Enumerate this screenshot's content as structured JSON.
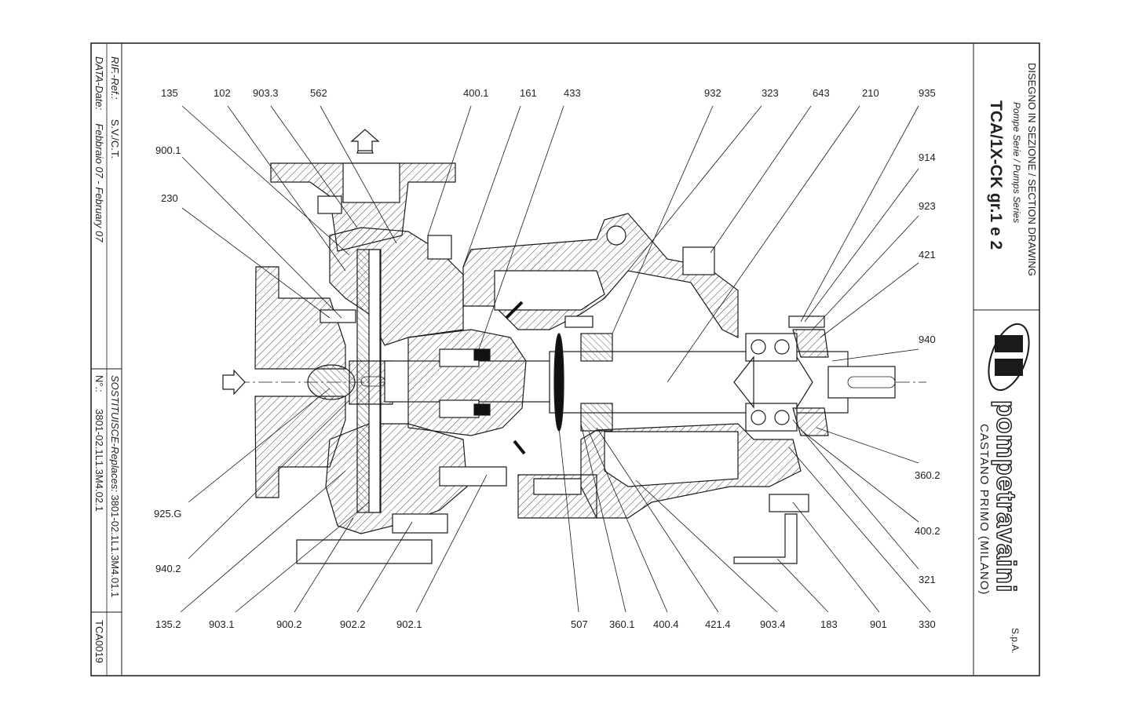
{
  "title_block": {
    "drawing_type": "DISEGNO IN SEZIONE / SECTION DRAWING",
    "series": "Pompe Serie / Pumps Series",
    "model": "TCA/1X-CK gr.1 e 2",
    "company_name": "pompetravaini",
    "company_suffix": "S.p.A.",
    "location": "CASTANO PRIMO   (MILANO)"
  },
  "side_block": {
    "ref_label": "RIF.-Ref.:",
    "ref_value": "S.V./C.T.",
    "date_label": "DATA-Date:",
    "date_value": "Febbraio 07  -  February 07",
    "replaces_label": "SOSTITUISCE-Replaces:",
    "replaces_value": "3801-02.1L1.3M4.01.1",
    "number_label": "N°.:",
    "number_value": "3801-02.1L1.3M4.02.1",
    "code": "TCA0019"
  },
  "part_labels_top": [
    "135",
    "102",
    "903.3",
    "562",
    "400.1",
    "161",
    "433",
    "932",
    "323",
    "643",
    "210",
    "935"
  ],
  "part_labels_left": [
    "900.1",
    "230",
    "925.G",
    "940.2"
  ],
  "part_labels_bottom": [
    "135.2",
    "903.1",
    "900.2",
    "902.2",
    "902.1",
    "507",
    "360.1",
    "400.4",
    "421.4",
    "903.4",
    "183",
    "901",
    "330"
  ],
  "part_labels_right": [
    "914",
    "923",
    "421",
    "940",
    "360.2",
    "400.2",
    "321"
  ],
  "colors": {
    "line": "#1a1a1a",
    "hatch": "#444444",
    "background": "#ffffff"
  }
}
